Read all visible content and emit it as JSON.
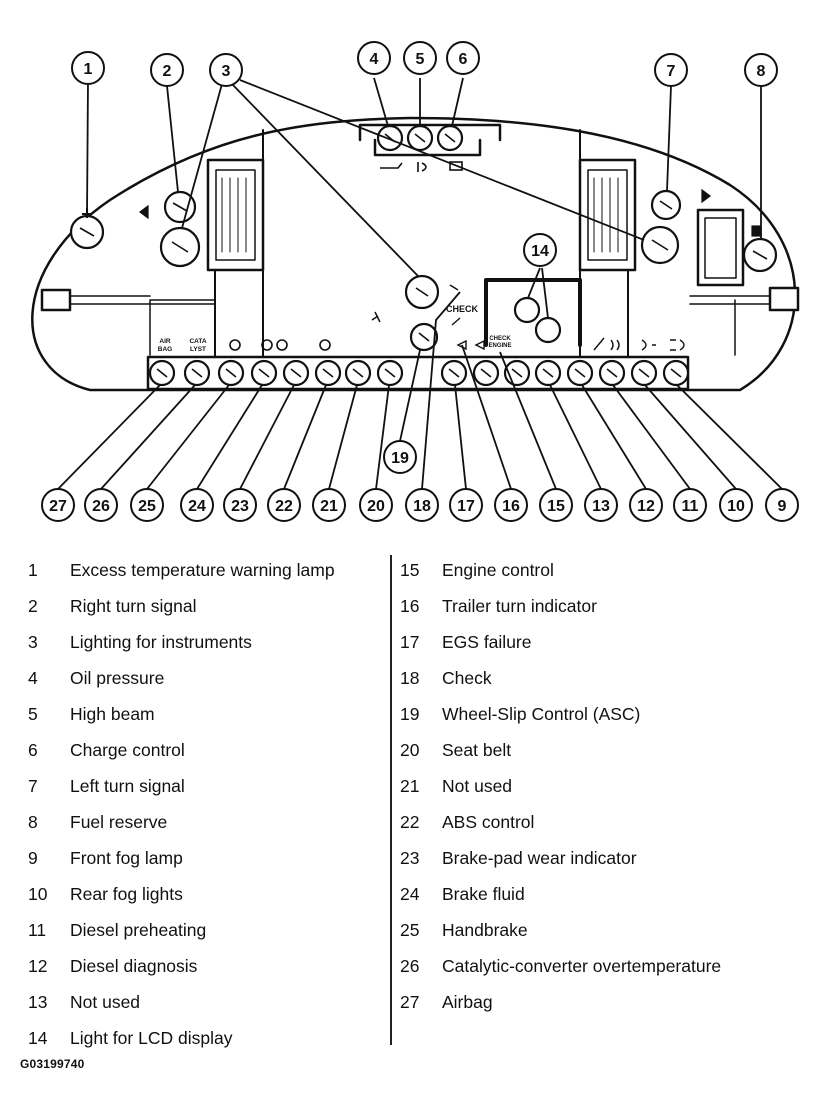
{
  "callouts": {
    "c1": "1",
    "c2": "2",
    "c3": "3",
    "c4": "4",
    "c5": "5",
    "c6": "6",
    "c7": "7",
    "c8": "8",
    "c9": "9",
    "c10": "10",
    "c11": "11",
    "c12": "12",
    "c13": "13",
    "c14": "14",
    "c15": "15",
    "c16": "16",
    "c17": "17",
    "c18": "18",
    "c19": "19",
    "c20": "20",
    "c21": "21",
    "c22": "22",
    "c23": "23",
    "c24": "24",
    "c25": "25",
    "c26": "26",
    "c27": "27"
  },
  "panel_labels": {
    "airbag_top": "AIR",
    "airbag_bottom": "BAG",
    "catalyst_top": "CATA",
    "catalyst_bottom": "LYST",
    "check": "CHECK",
    "check_engine_top": "CHECK",
    "check_engine_bottom": "ENGINE"
  },
  "legend_left": [
    {
      "num": "1",
      "text": "Excess temperature warning lamp"
    },
    {
      "num": "2",
      "text": "Right turn signal"
    },
    {
      "num": "3",
      "text": "Lighting for instruments"
    },
    {
      "num": "4",
      "text": "Oil pressure"
    },
    {
      "num": "5",
      "text": "High beam"
    },
    {
      "num": "6",
      "text": "Charge control"
    },
    {
      "num": "7",
      "text": "Left turn signal"
    },
    {
      "num": "8",
      "text": "Fuel reserve"
    },
    {
      "num": "9",
      "text": "Front fog lamp"
    },
    {
      "num": "10",
      "text": "Rear fog lights"
    },
    {
      "num": "11",
      "text": "Diesel preheating"
    },
    {
      "num": "12",
      "text": "Diesel diagnosis"
    },
    {
      "num": "13",
      "text": "Not used"
    },
    {
      "num": "14",
      "text": "Light for LCD display"
    }
  ],
  "legend_right": [
    {
      "num": "15",
      "text": "Engine control"
    },
    {
      "num": "16",
      "text": "Trailer turn indicator"
    },
    {
      "num": "17",
      "text": "EGS failure"
    },
    {
      "num": "18",
      "text": "Check"
    },
    {
      "num": "19",
      "text": "Wheel-Slip Control (ASC)"
    },
    {
      "num": "20",
      "text": "Seat belt"
    },
    {
      "num": "21",
      "text": "Not used"
    },
    {
      "num": "22",
      "text": "ABS control"
    },
    {
      "num": "23",
      "text": "Brake-pad wear indicator"
    },
    {
      "num": "24",
      "text": "Brake fluid"
    },
    {
      "num": "25",
      "text": "Handbrake"
    },
    {
      "num": "26",
      "text": "Catalytic-converter overtemperature"
    },
    {
      "num": "27",
      "text": "Airbag"
    }
  ],
  "figure_code": "G03199740"
}
